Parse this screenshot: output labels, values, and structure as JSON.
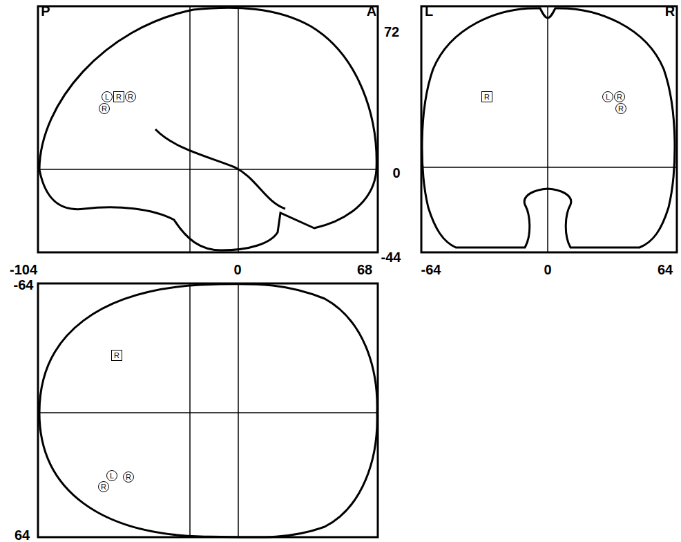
{
  "diagram": {
    "nodes": [
      {
        "text": [
          "L"
        ]
      },
      {
        "text": [
          "R"
        ]
      },
      {
        "text": [
          "R"
        ]
      },
      {
        "text": [
          "R"
        ]
      },
      {
        "text": [
          "R"
        ]
      },
      {
        "text": [
          "L"
        ]
      },
      {
        "text": [
          "R"
        ]
      },
      {
        "text": [
          "R"
        ]
      },
      {
        "text": [
          "R"
        ]
      },
      {
        "text": [
          "L"
        ]
      },
      {
        "text": [
          "R"
        ]
      },
      {
        "text": [
          "R"
        ]
      }
    ],
    "labels": [
      "P",
      "A",
      "L",
      "R",
      "72",
      "0",
      "-44",
      "-104",
      "0",
      "68",
      "-64",
      "0",
      "64",
      "-64",
      "64"
    ]
  }
}
